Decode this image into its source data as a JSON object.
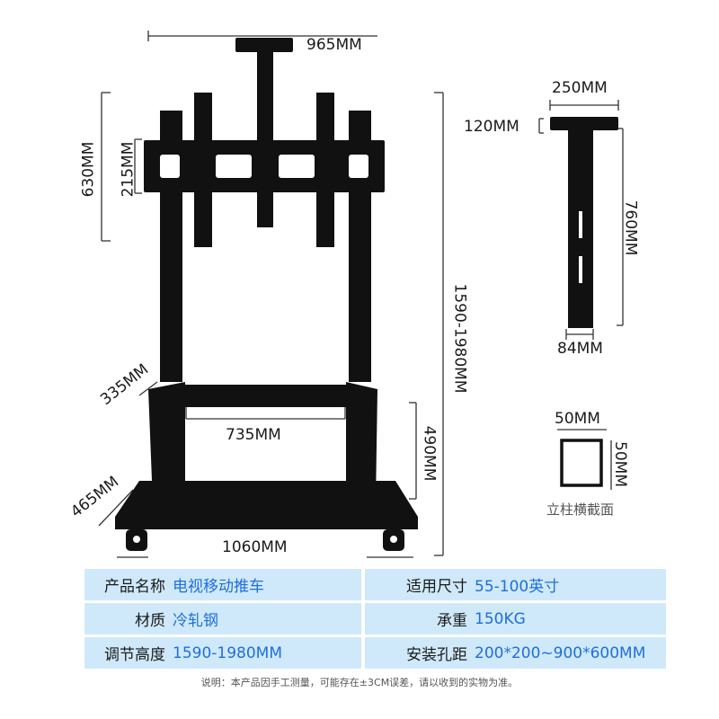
{
  "dimensions": {
    "overall_width": "965MM",
    "bracket_height": "630MM",
    "bracket_inner_height": "215MM",
    "total_height": "1590-1980MM",
    "shelf_depth": "335MM",
    "shelf_width": "735MM",
    "shelf_height": "490MM",
    "base_depth": "465MM",
    "base_width": "1060MM",
    "pole_top_width": "250MM",
    "pole_top_height": "120MM",
    "pole_length": "760MM",
    "pole_width": "84MM",
    "section_width": "50MM",
    "section_height": "50MM"
  },
  "section_caption": "立柱横截面",
  "specs": [
    {
      "left_label": "产品名称",
      "left_value": "电视移动推车",
      "right_label": "适用尺寸",
      "right_value": "55-100英寸"
    },
    {
      "left_label": "材质",
      "left_value": "冷轧钢",
      "right_label": "承重",
      "right_value": "150KG"
    },
    {
      "left_label": "调节高度",
      "left_value": "1590-1980MM",
      "right_label": "安装孔距",
      "right_value": "200*200~900*600MM"
    }
  ],
  "note": "说明：本产品因手工测量，可能存在±3CM误差，请以收到的实物为准。",
  "colors": {
    "table_bg": "#cfe9fb",
    "value_blue": "#1f6fd8",
    "product_black": "#111111"
  }
}
